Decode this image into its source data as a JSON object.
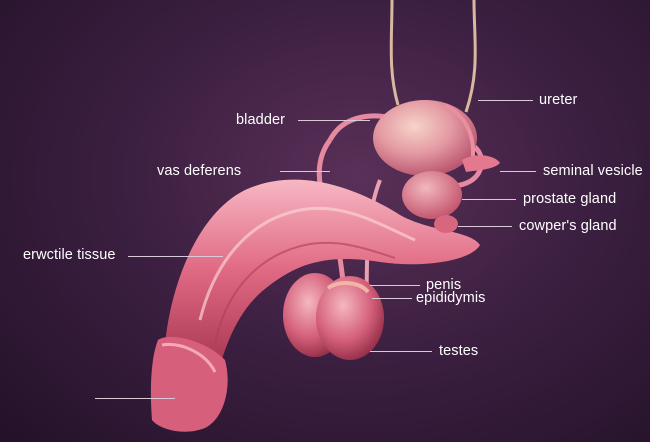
{
  "labels": {
    "ureter": "ureter",
    "bladder": "bladder",
    "seminal_vesicle": "seminal vesicle",
    "vas_deferens": "vas deferens",
    "prostate_gland": "prostate gland",
    "cowpers_gland": "cowper's gland",
    "erectile_tissue": "erwctile tissue",
    "penis": "penis",
    "epididymis": "epididymis",
    "testes": "testes"
  },
  "colors": {
    "background": "#3d2042",
    "tissue": "#e0607a",
    "tissue_light": "#f4a6b4",
    "tissue_dark": "#a3304a",
    "leader_line": "#d9c9d9",
    "label_text": "#ffffff"
  }
}
